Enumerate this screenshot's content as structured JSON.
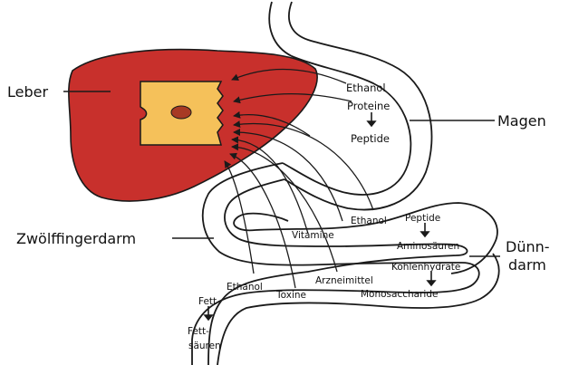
{
  "labels": {
    "leber": "Leber",
    "magen": "Magen",
    "zwoelffingerdarm": "Zwölffingerdarm",
    "duenndarm_1": "Dünn-",
    "duenndarm_2": "darm"
  },
  "stomach_items": {
    "ethanol": "Ethanol",
    "proteine": "Proteine",
    "peptide": "Peptide"
  },
  "intestine_items": {
    "vitamine": "Vitamine",
    "ethanol": "Ethanol",
    "peptide": "Peptide",
    "aminosaeuren": "Aminosäuren",
    "kohlenhydrate": "Kohlenhydrate",
    "monosaccharide": "Monosaccharide",
    "arzneimittel": "Arzneimittel",
    "ethanol2": "Ethanol",
    "toxine": "Toxine",
    "fett": "Fett",
    "fettsaeuren_1": "Fett-",
    "fettsaeuren_2": "säuren"
  },
  "colors": {
    "liver": "#c8302c",
    "liver_cell": "#f5c15a",
    "nucleus": "#a83a24",
    "line": "#1a1a1a"
  }
}
